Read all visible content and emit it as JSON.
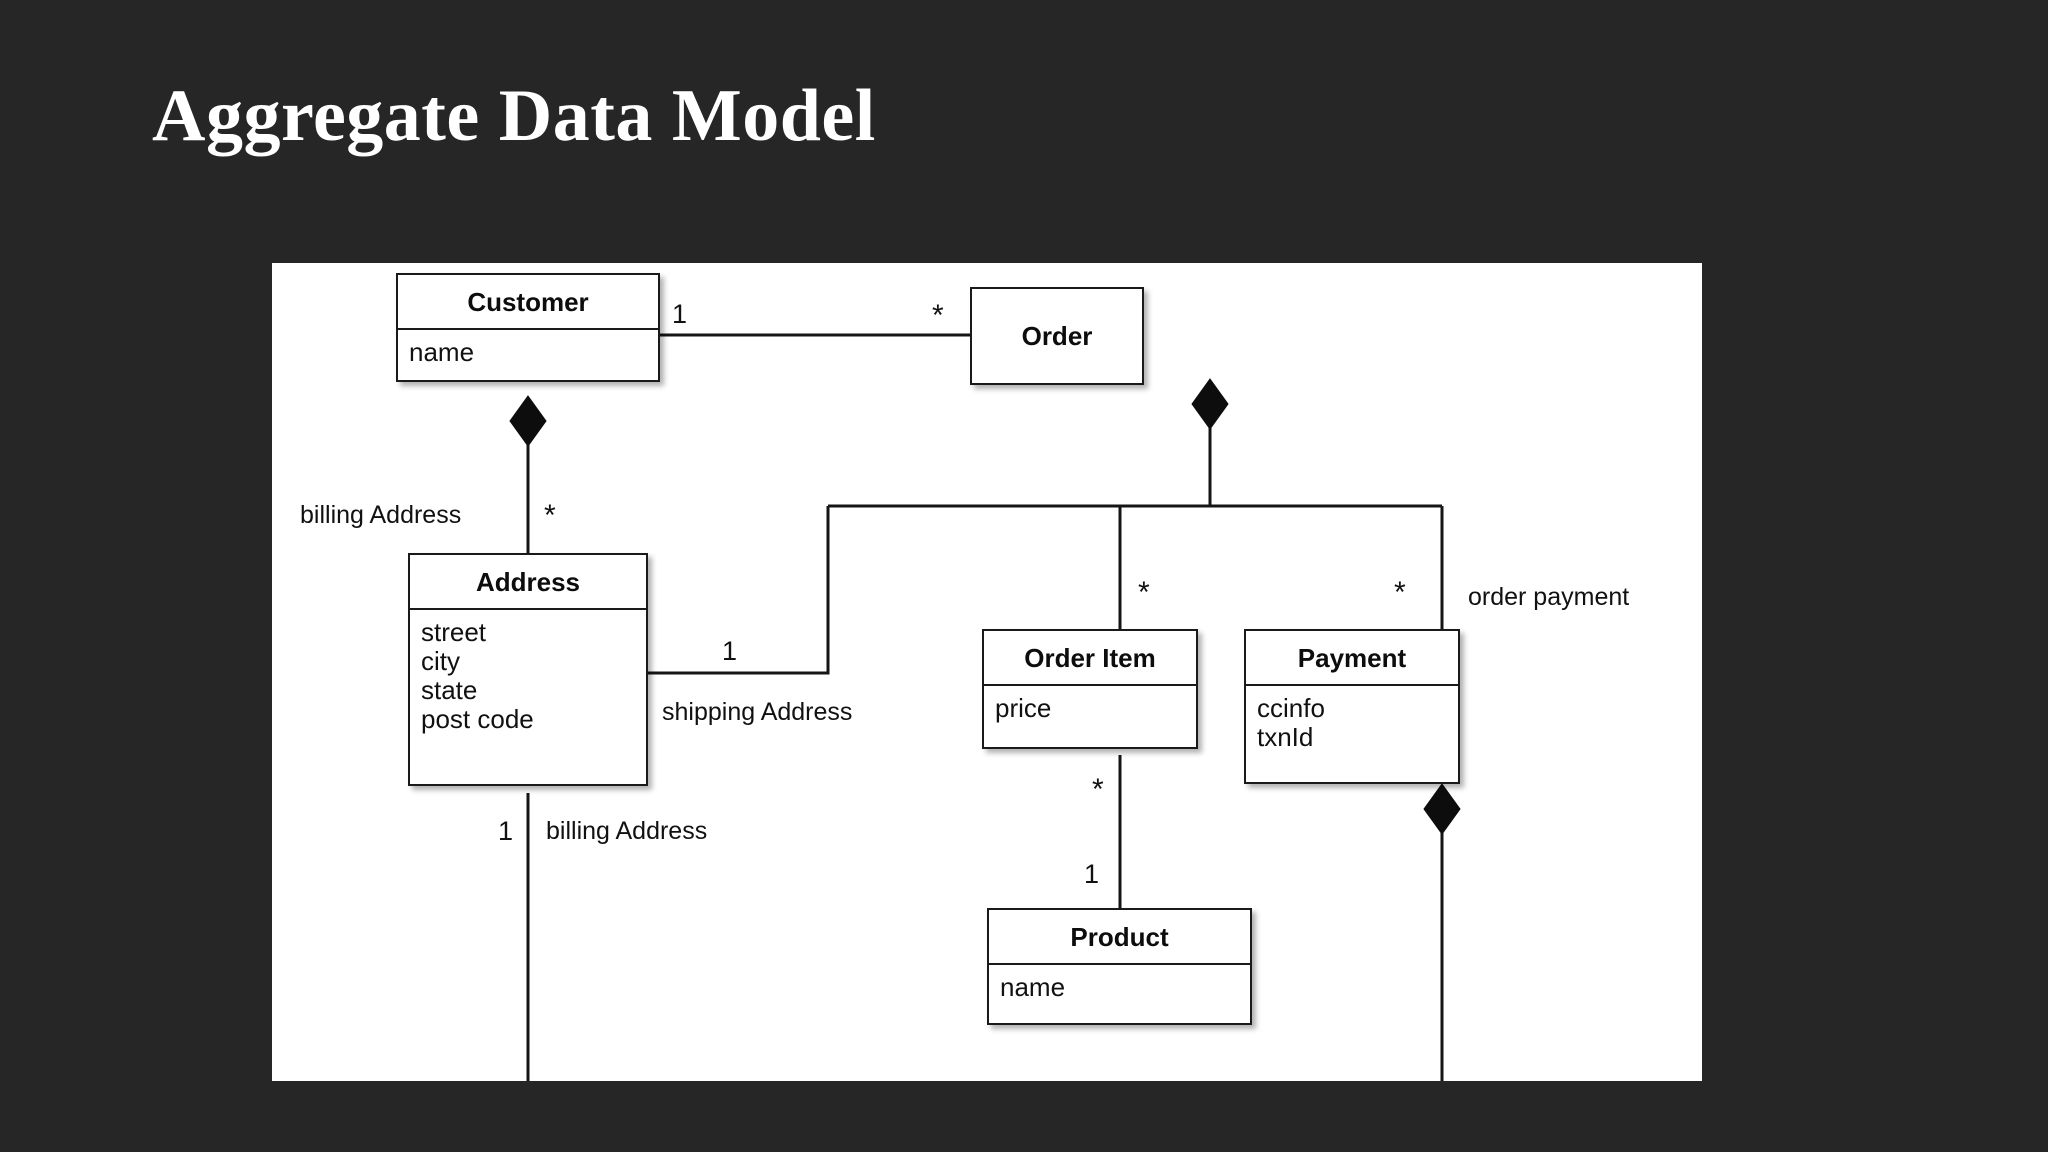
{
  "slide": {
    "title": "Aggregate Data Model",
    "background_color": "#262626",
    "canvas_color": "#ffffff"
  },
  "diagram": {
    "type": "uml-class-diagram",
    "classes": [
      {
        "id": "customer",
        "name": "Customer",
        "attributes": [
          "name"
        ]
      },
      {
        "id": "order",
        "name": "Order",
        "attributes": []
      },
      {
        "id": "address",
        "name": "Address",
        "attributes": [
          "street",
          "city",
          "state",
          "post code"
        ]
      },
      {
        "id": "order-item",
        "name": "Order Item",
        "attributes": [
          "price"
        ]
      },
      {
        "id": "payment",
        "name": "Payment",
        "attributes": [
          "ccinfo",
          "txnId"
        ]
      },
      {
        "id": "product",
        "name": "Product",
        "attributes": [
          "name"
        ]
      }
    ],
    "relationships": [
      {
        "from": "customer",
        "to": "order",
        "kind": "composition",
        "from_multiplicity": "1",
        "to_multiplicity": "*",
        "label": ""
      },
      {
        "from": "customer",
        "to": "address",
        "kind": "composition",
        "from_multiplicity": "",
        "to_multiplicity": "*",
        "label": "billing Address"
      },
      {
        "from": "address",
        "to": "order",
        "kind": "association",
        "from_multiplicity": "1",
        "to_multiplicity": "",
        "label": "shipping Address"
      },
      {
        "from": "order",
        "to": "order-item",
        "kind": "composition",
        "from_multiplicity": "",
        "to_multiplicity": "*",
        "label": ""
      },
      {
        "from": "order",
        "to": "payment",
        "kind": "composition",
        "from_multiplicity": "",
        "to_multiplicity": "*",
        "label": "order payment"
      },
      {
        "from": "order-item",
        "to": "product",
        "kind": "association",
        "from_multiplicity": "*",
        "to_multiplicity": "1",
        "label": ""
      },
      {
        "from": "address",
        "to": "",
        "kind": "association",
        "from_multiplicity": "1",
        "to_multiplicity": "",
        "label": "billing Address"
      }
    ],
    "labels": {
      "customer_order_one": "1",
      "customer_order_star": "*",
      "billing_address_top": "billing Address",
      "billing_address_top_star": "*",
      "shipping_address": "shipping Address",
      "shipping_address_one": "1",
      "billing_address_bottom": "billing Address",
      "billing_address_bottom_one": "1",
      "order_item_star": "*",
      "order_payment": "order payment",
      "order_payment_star": "*",
      "product_star": "*",
      "product_one": "1"
    }
  }
}
